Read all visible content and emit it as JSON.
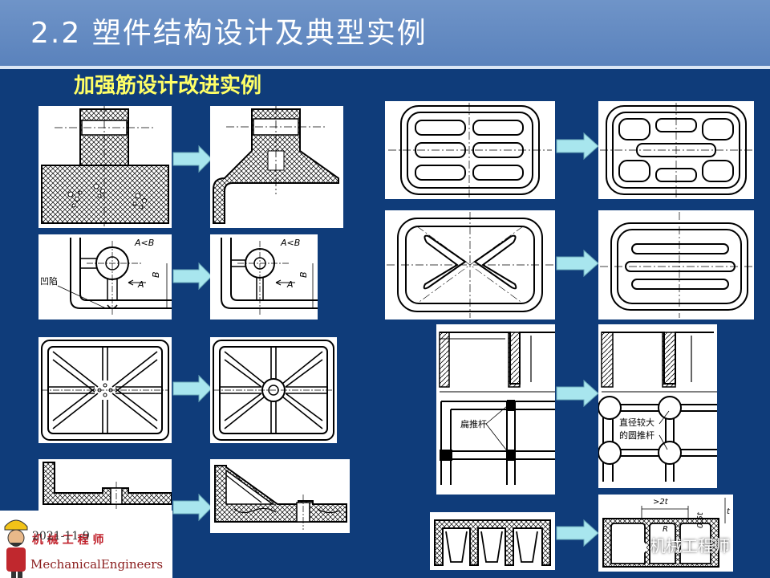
{
  "title": "2.2  塑件结构设计及典型实例",
  "subtitle": "加强筋设计改进实例",
  "labels": {
    "a_lt_b": "A<B",
    "dim_a": "A",
    "dim_b": "B",
    "sink": "凹陷",
    "flat_pin": "扁推杆",
    "round_pin": "直径较大的圆推杆",
    "round_pin_line1": "直径较大",
    "round_pin_line2": "的圆推杆",
    "two_t": ">2t",
    "radius": "R",
    "t": "t",
    "half_t": "0.5t"
  },
  "footer": {
    "date": "2021-11-9",
    "brand_cn": "机 械 工 程 师",
    "brand_en": "MechanicalEngineers",
    "wechat": "机械工程师"
  },
  "colors": {
    "background": "#0f3c7a",
    "header": "#6384c0",
    "subtitle": "#ffff66",
    "arrow": "#a8e6ee"
  }
}
